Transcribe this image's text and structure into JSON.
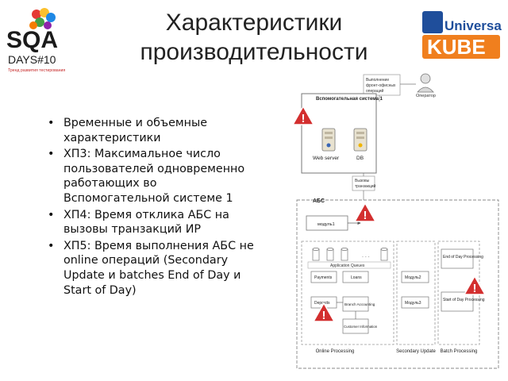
{
  "slide": {
    "title_line1": "Характеристики",
    "title_line2": "производительности"
  },
  "sqa_logo": {
    "text": "SQA",
    "subtitle": "DAYS#10",
    "tagline": "Тренд развития тестирования",
    "colors": [
      "#e53935",
      "#fbc02d",
      "#43a047",
      "#1e88e5",
      "#8e24aa"
    ]
  },
  "ukube_logo": {
    "line1": "Universal",
    "line2": "KUBE",
    "primary_color": "#1f4e9b",
    "accent_color": "#f07f1e"
  },
  "bullets": [
    "Временные и объемные характеристики",
    "ХП3: Максимальное число пользователей одновременно работающих во Вспомогательной системе 1",
    "ХП4: Время отклика АБС на вызовы транзакций ИР",
    "ХП5: Время выполнения АБС не online операций (Secondary Update и batches End of Day и Start of Day)"
  ],
  "diagram": {
    "operator_label": "Оператор",
    "frontoffice_note": "Выполнение фронт-офисных операций",
    "aux_system_title": "Вспомогательная система 1",
    "web_server_label": "Web server",
    "db_label": "DB",
    "calls_note": "Вызовы транзакций",
    "abs_label": "АБС",
    "module1_label": "модуль1",
    "queues_label": "Application Queues",
    "ellipsis": ". . .",
    "online_modules": [
      "Payments",
      "Loans",
      "Deposits",
      "Branch Accounting",
      "Customer Information"
    ],
    "module2_label": "Модуль2",
    "module3_label": "Модуль3",
    "eod_label": "End of Day Processing",
    "sod_label": "Start of Day Processing",
    "column_labels": [
      "Online Processing",
      "Secondary Update",
      "Batch Processing"
    ],
    "warning_color": "#d32f2f"
  }
}
